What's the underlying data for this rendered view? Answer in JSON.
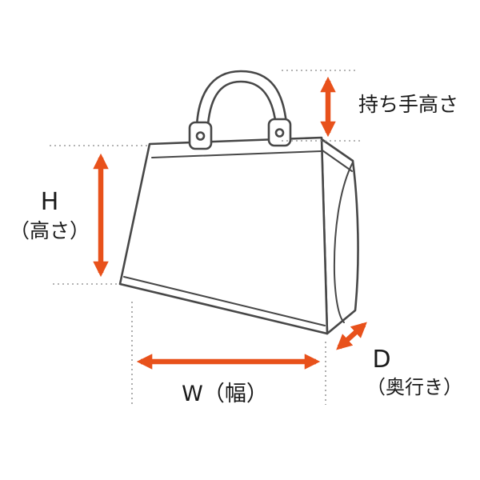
{
  "diagram": {
    "subject": "handbag-dimension-guide"
  },
  "labels": {
    "handle_height": "持ち手高さ",
    "height_letter": "H",
    "height_caption": "（高さ）",
    "width": "W（幅）",
    "depth_letter": "D",
    "depth_caption": "（奥行き）"
  },
  "colors": {
    "arrow": "#e8511b",
    "outline": "#474747",
    "inner_line": "#5a5a5a",
    "guide": "#9b9b9b",
    "text": "#1a1a1a",
    "background": "#ffffff"
  }
}
